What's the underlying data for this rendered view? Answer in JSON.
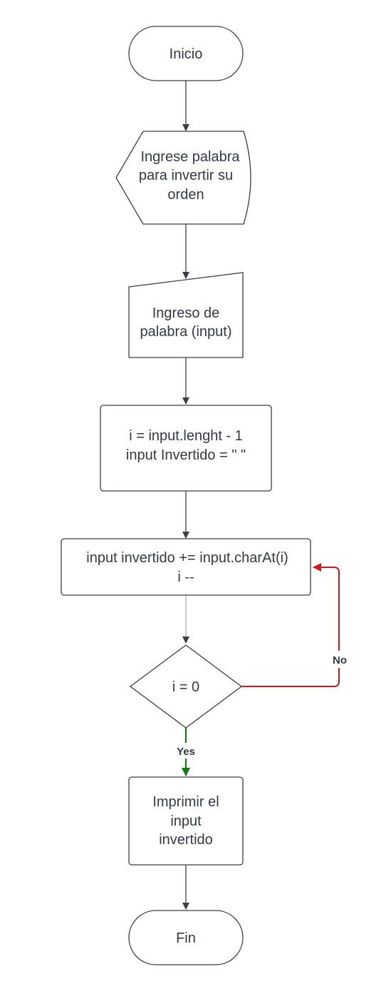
{
  "nodes": {
    "start": {
      "label": "Inicio"
    },
    "prompt": {
      "lines": [
        "Ingrese palabra",
        "para invertir su",
        "orden"
      ]
    },
    "input": {
      "lines": [
        "Ingreso de",
        "palabra (input)"
      ]
    },
    "init": {
      "lines": [
        "i = input.lenght - 1",
        "input Invertido = \" \""
      ]
    },
    "loop": {
      "lines": [
        "input invertido += input.charAt(i)",
        "i --"
      ]
    },
    "decision": {
      "label": "i = 0"
    },
    "print": {
      "lines": [
        "Imprimir el",
        "input",
        "invertido"
      ]
    },
    "end": {
      "label": "Fin"
    }
  },
  "edges": {
    "no_label": "No",
    "yes_label": "Yes"
  },
  "colors": {
    "shape_stroke": "#3a3f47",
    "text": "#333a44",
    "no_edge": "#d11a1a",
    "yes_edge": "#0a7a0a"
  }
}
